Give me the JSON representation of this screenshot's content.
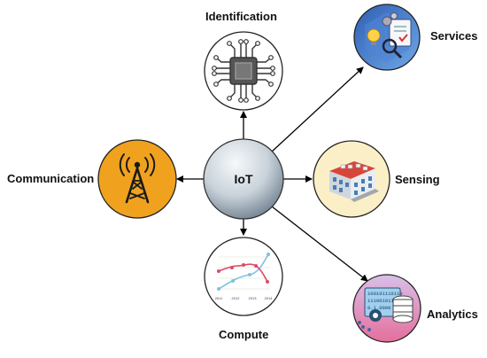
{
  "center": {
    "label": "IoT"
  },
  "nodes": {
    "identification": {
      "label": "Identification",
      "icon": "chip-icon"
    },
    "services": {
      "label": "Services",
      "icon": "services-icon"
    },
    "sensing": {
      "label": "Sensing",
      "icon": "building-icon"
    },
    "analytics": {
      "label": "Analytics",
      "icon": "database-icon",
      "binary_text": [
        "100101110110",
        "1110010110",
        "0.1.0000"
      ]
    },
    "compute": {
      "label": "Compute",
      "icon": "line-chart-icon",
      "axis_ticks": [
        "2011",
        "2012",
        "2013",
        "2014"
      ]
    },
    "communication": {
      "label": "Communication",
      "icon": "antenna-tower-icon"
    }
  },
  "colors": {
    "center_fill_light": "#f2f5f8",
    "center_fill_dark": "#6f7f8e",
    "communication_fill": "#f0a21f",
    "sensing_fill": "#fbefc8",
    "services_fill": "#3d6fc2",
    "analytics_fill": "#e07aa5",
    "arrow": "#000000"
  }
}
